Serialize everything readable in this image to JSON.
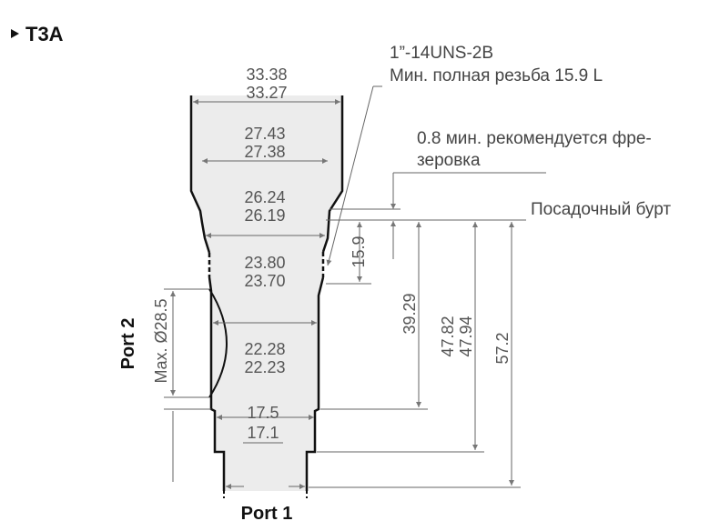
{
  "title": "T3A",
  "diameters": {
    "d1": [
      "33.38",
      "33.27"
    ],
    "d2": [
      "27.43",
      "27.38"
    ],
    "d3": [
      "26.24",
      "26.19"
    ],
    "d4": [
      "23.80",
      "23.70"
    ],
    "d5": [
      "22.28",
      "22.23"
    ],
    "d6": [
      "17.5",
      "17.1"
    ]
  },
  "thread_note": [
    "1”-14UNS-2B",
    "Мин. полная резьба 15.9 L"
  ],
  "milling_note": [
    "0.8 мин. рекомендуется фре-",
    "зеровка"
  ],
  "seat_note": "Посадочный бурт",
  "depths": [
    "15.9",
    "39.29",
    "47.82",
    "47.94",
    "57.2"
  ],
  "port2_dim": "Max. Ø28.5",
  "port1_label": "Port 1",
  "port2_label": "Port 2",
  "colors": {
    "cavity_fill": "#ececec",
    "dim_text": "#555555"
  }
}
